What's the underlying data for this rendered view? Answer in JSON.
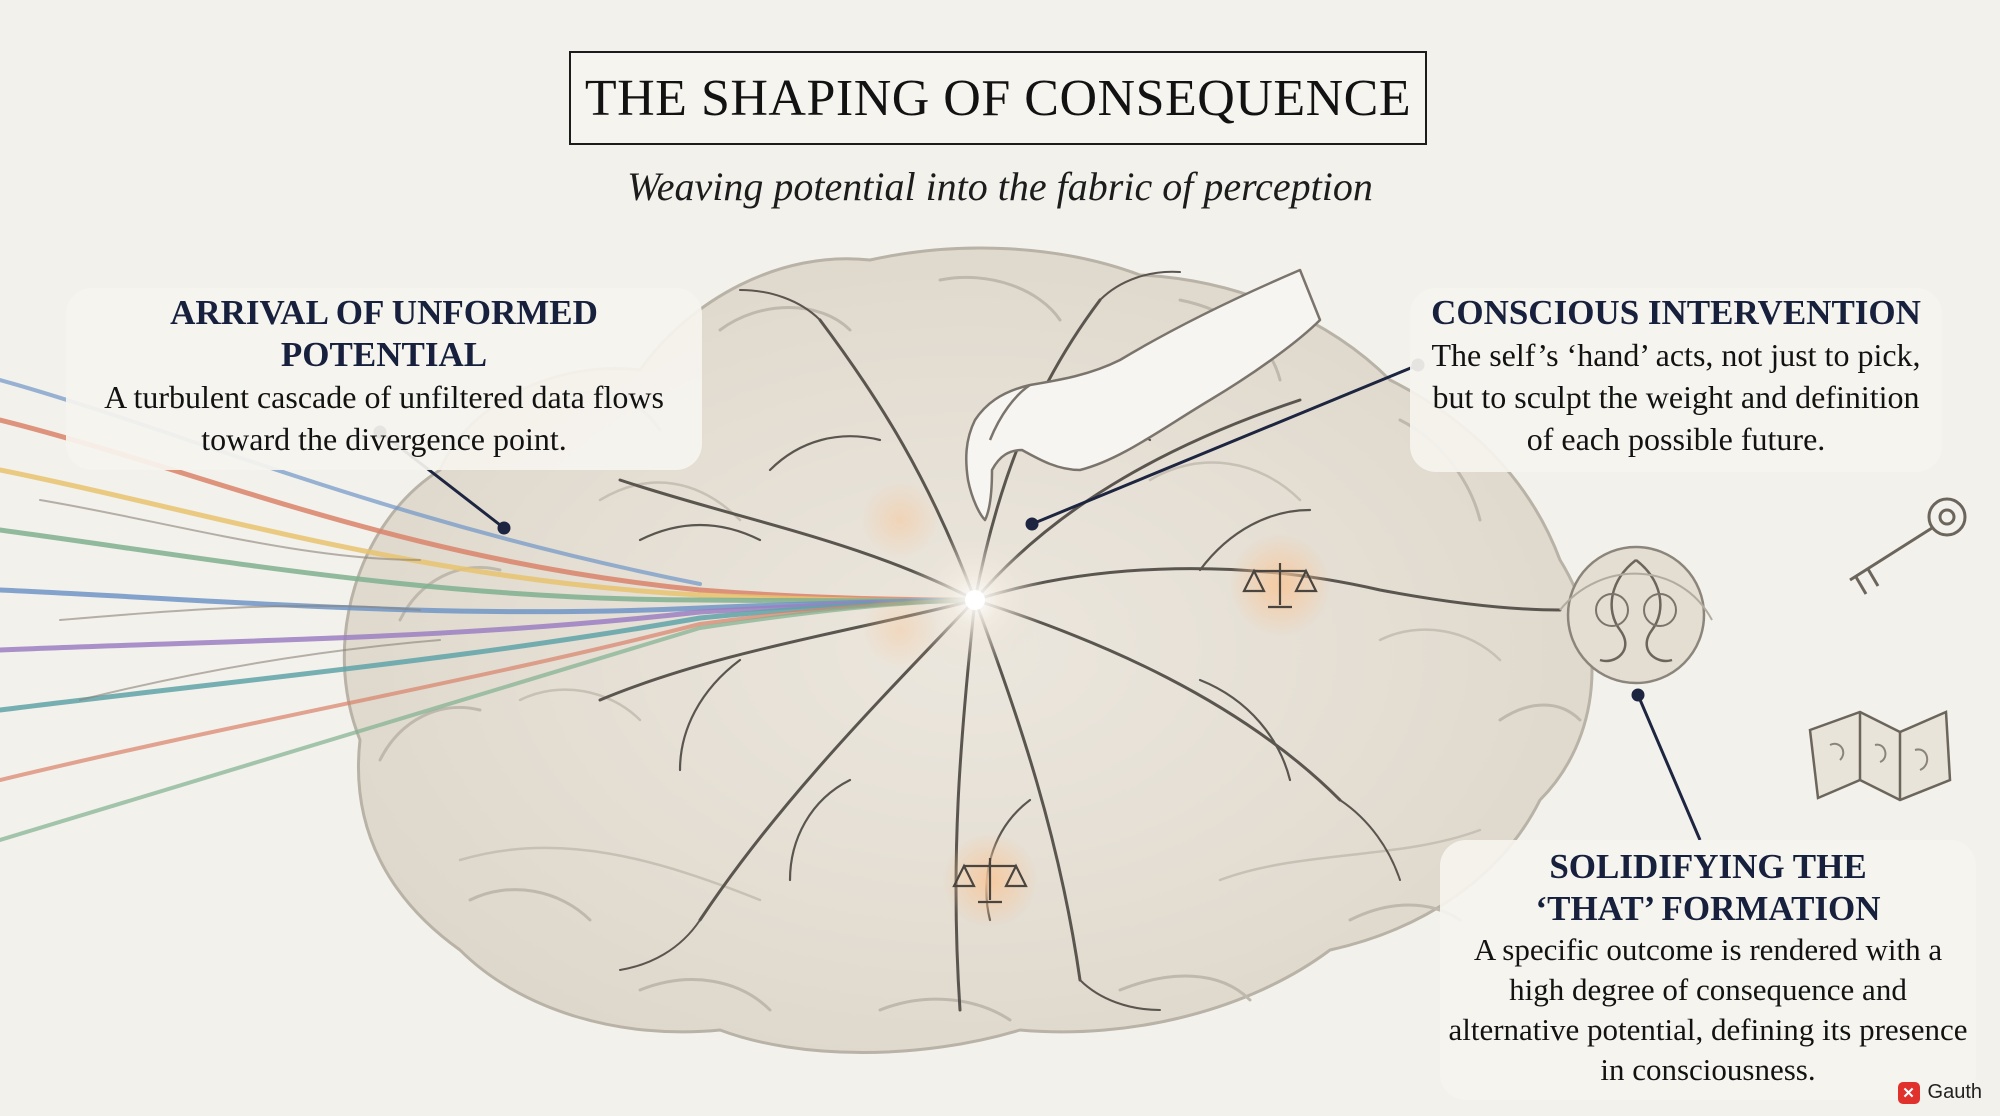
{
  "title": "THE SHAPING OF CONSEQUENCE",
  "subtitle": "Weaving potential into the fabric of perception",
  "callouts": {
    "arrival": {
      "heading": "ARRIVAL OF UNFORMED POTENTIAL",
      "body": "A turbulent cascade of unfiltered data flows toward the divergence point."
    },
    "conscious": {
      "heading": "CONSCIOUS INTERVENTION",
      "body": "The self’s ‘hand’ acts, not just to pick, but to sculpt the weight and definition of each possible future."
    },
    "solidifying": {
      "heading_line1": "SOLIDIFYING THE",
      "heading_line2": "‘THAT’ FORMATION",
      "body": "A specific outcome is rendered with a high degree of consequence and alternative potential, defining its presence in consciousness."
    }
  },
  "brand": {
    "name": "Gauth",
    "mark": "✕"
  },
  "icons": [
    "brain-illustration",
    "hand-icon",
    "scales-icon",
    "key-icon",
    "map-icon",
    "nucleus-icon",
    "data-stream"
  ],
  "colors": {
    "background": "#f3f1ec",
    "ink": "#16213a",
    "stream": [
      "#d9826a",
      "#e8c36e",
      "#7fb08f",
      "#6f95c7",
      "#9b7fc2",
      "#5fa3a8"
    ]
  }
}
